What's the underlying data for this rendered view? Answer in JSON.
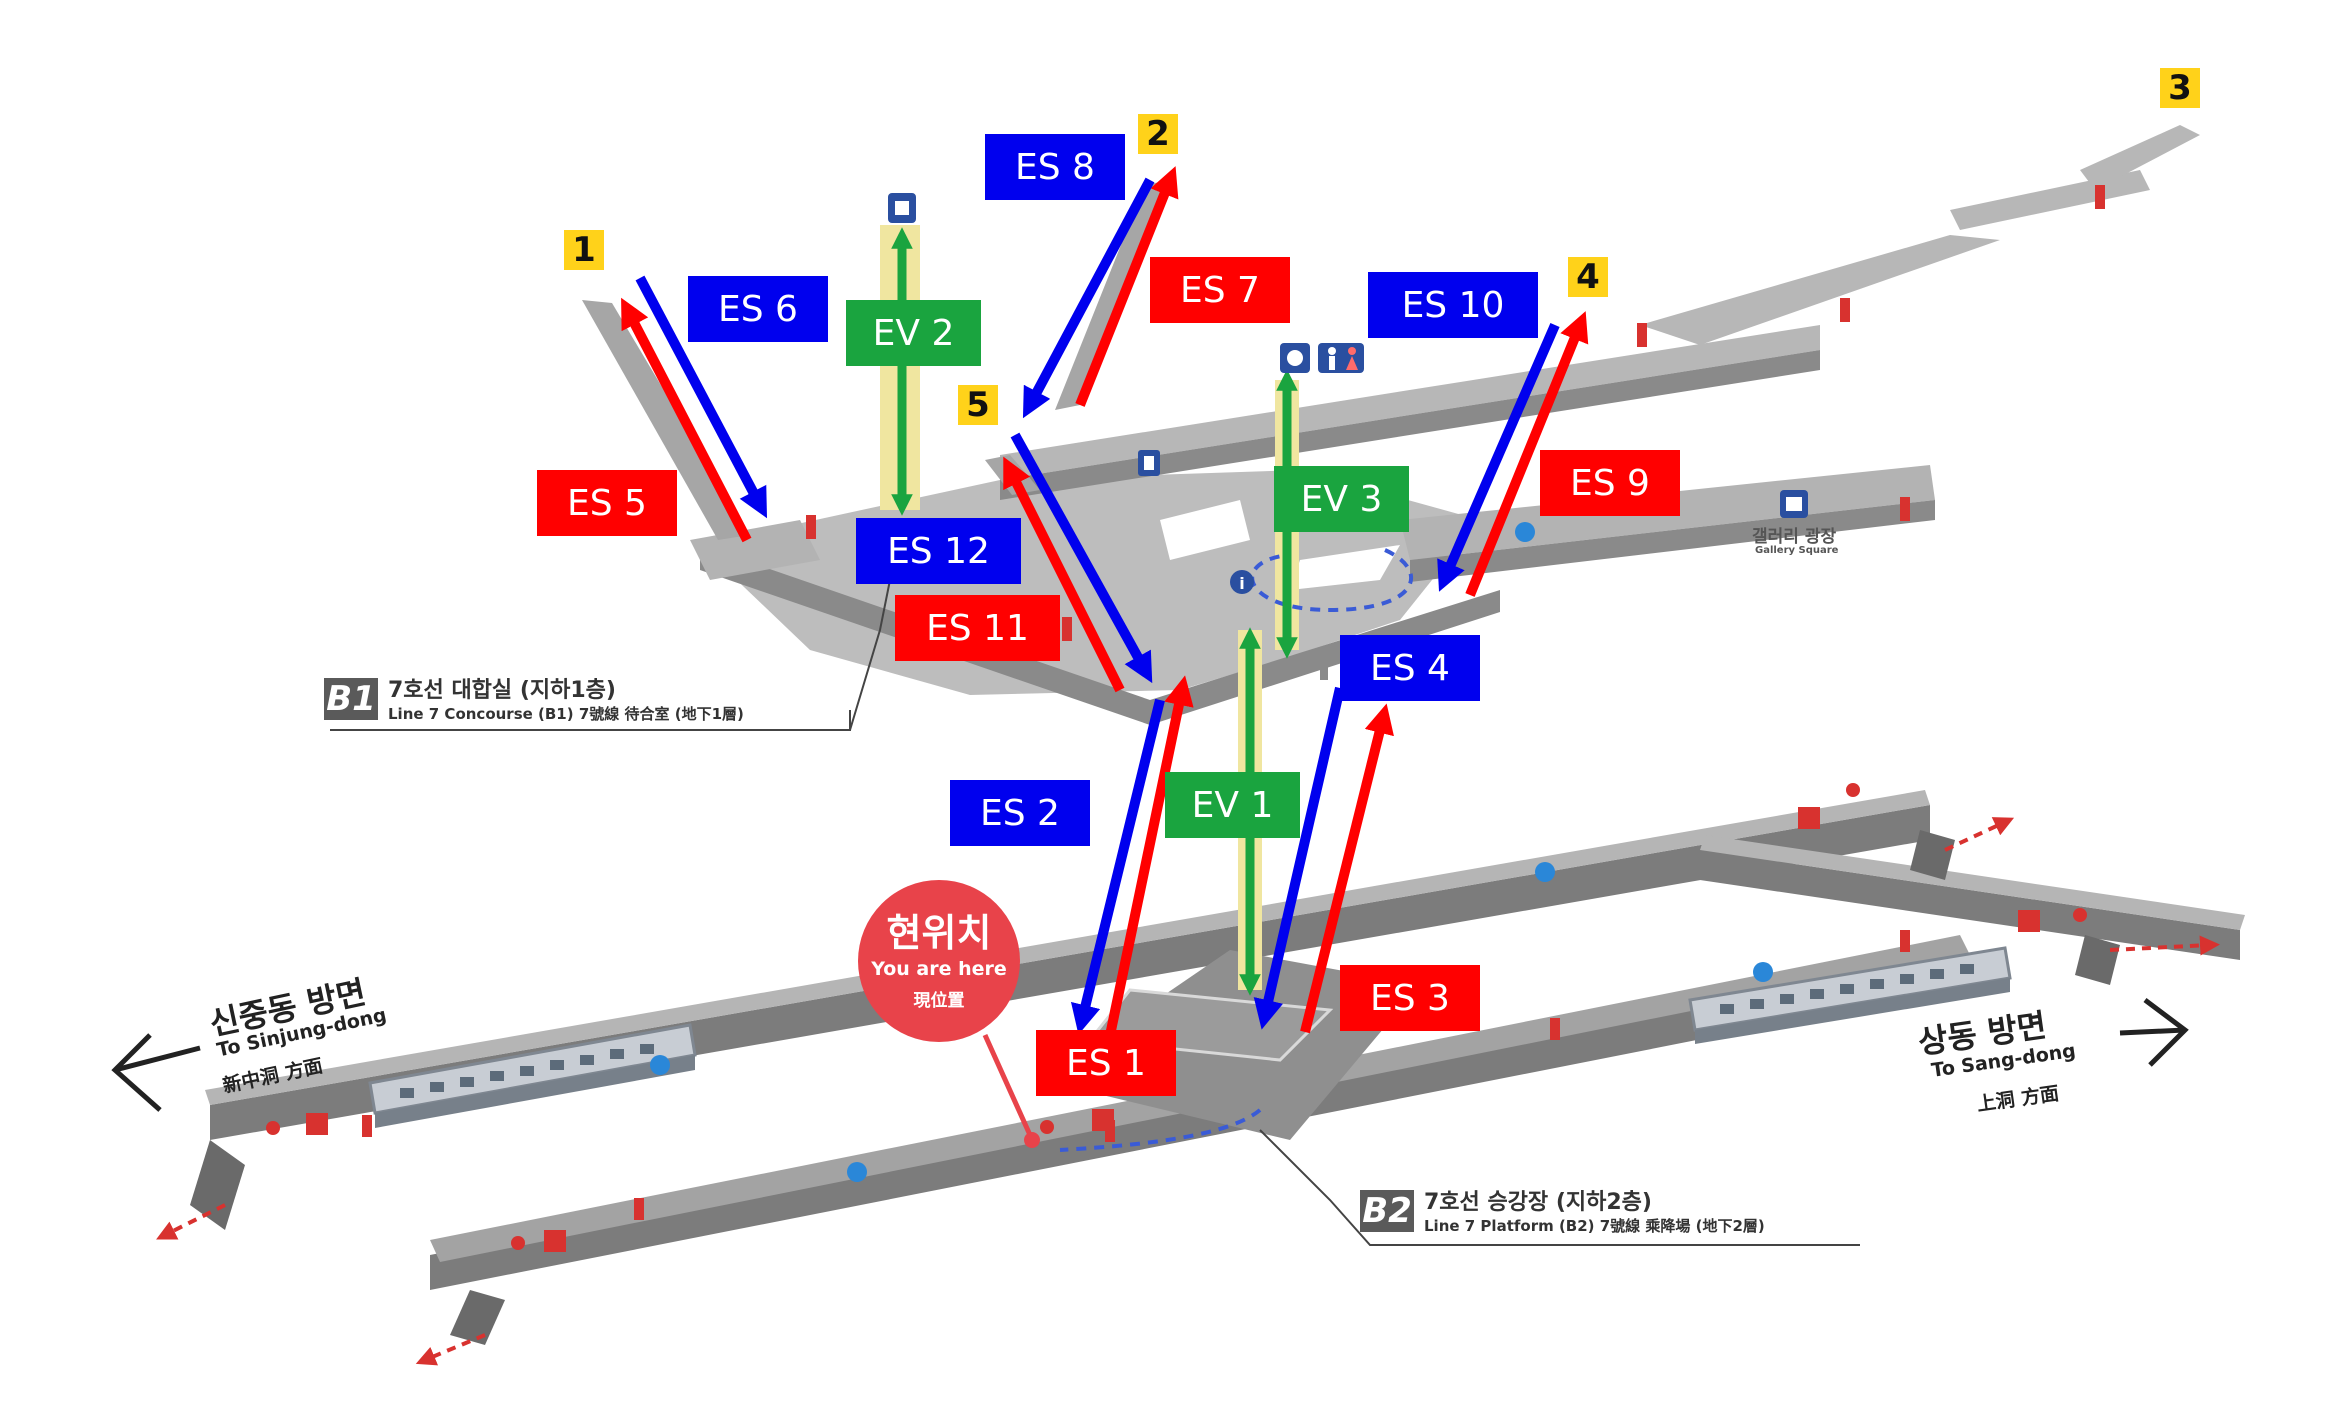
{
  "labels": {
    "es1": "ES 1",
    "es2": "ES 2",
    "es3": "ES 3",
    "es4": "ES 4",
    "es5": "ES 5",
    "es6": "ES 6",
    "es7": "ES 7",
    "es8": "ES 8",
    "es9": "ES 9",
    "es10": "ES 10",
    "es11": "ES 11",
    "es12": "ES 12",
    "ev1": "EV 1",
    "ev2": "EV 2",
    "ev3": "EV 3"
  },
  "exits": [
    "1",
    "2",
    "3",
    "4",
    "5"
  ],
  "levels": {
    "b1": {
      "badge": "B1",
      "title": "7호선 대합실 (지하1층)",
      "subtitle": "Line 7 Concourse (B1) 7號線 待合室 (地下1層)"
    },
    "b2": {
      "badge": "B2",
      "title": "7호선 승강장 (지하2층)",
      "subtitle": "Line 7 Platform (B2) 7號線 乘降場 (地下2層)"
    }
  },
  "here": {
    "main": "현위치",
    "english": "You are here",
    "cjk": "現位置"
  },
  "directions": {
    "left": {
      "title": "신중동 방면",
      "english": "To Sinjung-dong",
      "cjk": "新中洞 方面"
    },
    "right": {
      "title": "상동 방면",
      "english": "To Sang-dong",
      "cjk": "上洞 方面"
    }
  },
  "gallery": {
    "korean": "갤러리 광장",
    "english": "Gallery Square"
  },
  "colors": {
    "up_escalator": "#ff0000",
    "down_escalator": "#0000ee",
    "elevator": "#1aa43f",
    "floor": "#b9b9b9",
    "wall": "#8a8a8a",
    "exit_badge": "#ffd21a",
    "here_marker": "#e8434a"
  },
  "icons": [
    "stairs-icon",
    "elevator-icon",
    "toilet-icon",
    "info-icon",
    "phone-icon",
    "emergency-exit-icon",
    "fire-extinguisher-icon",
    "accessibility-icon"
  ]
}
